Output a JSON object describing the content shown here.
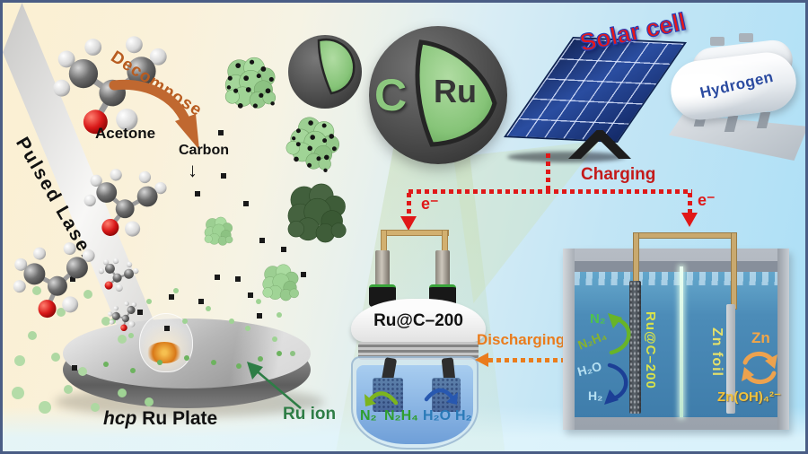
{
  "labels": {
    "pulsed_laser": "Pulsed Laser",
    "acetone": "Acetone",
    "decompose": "Decompose",
    "carbon": "Carbon",
    "arrow_down": "↓",
    "plate_italic": "hcp",
    "plate_rest": " Ru Plate",
    "ru_ion": "Ru ion",
    "solar_cell": "Solar cell",
    "hydrogen": "Hydrogen",
    "charging": "Charging",
    "discharging": "Discharging",
    "electron": "e⁻"
  },
  "core_shell": {
    "shell": "C",
    "core": "Ru"
  },
  "center_cell": {
    "label": "Ru@C–200",
    "species": [
      "N₂",
      "N₂H₄",
      "H₂O",
      "H₂"
    ]
  },
  "battery": {
    "left_electrode": "Ru@C–200",
    "right_electrode": "Zn foil",
    "species_left": [
      "N₂",
      "N₂H₄",
      "H₂O",
      "H₂"
    ],
    "zn": "Zn",
    "zincate": "Zn(OH)₄²⁻"
  },
  "colors": {
    "charging_red": "#c41a1a",
    "discharging_orange": "#ea7c1c",
    "shell_green": "#8cc87e"
  }
}
